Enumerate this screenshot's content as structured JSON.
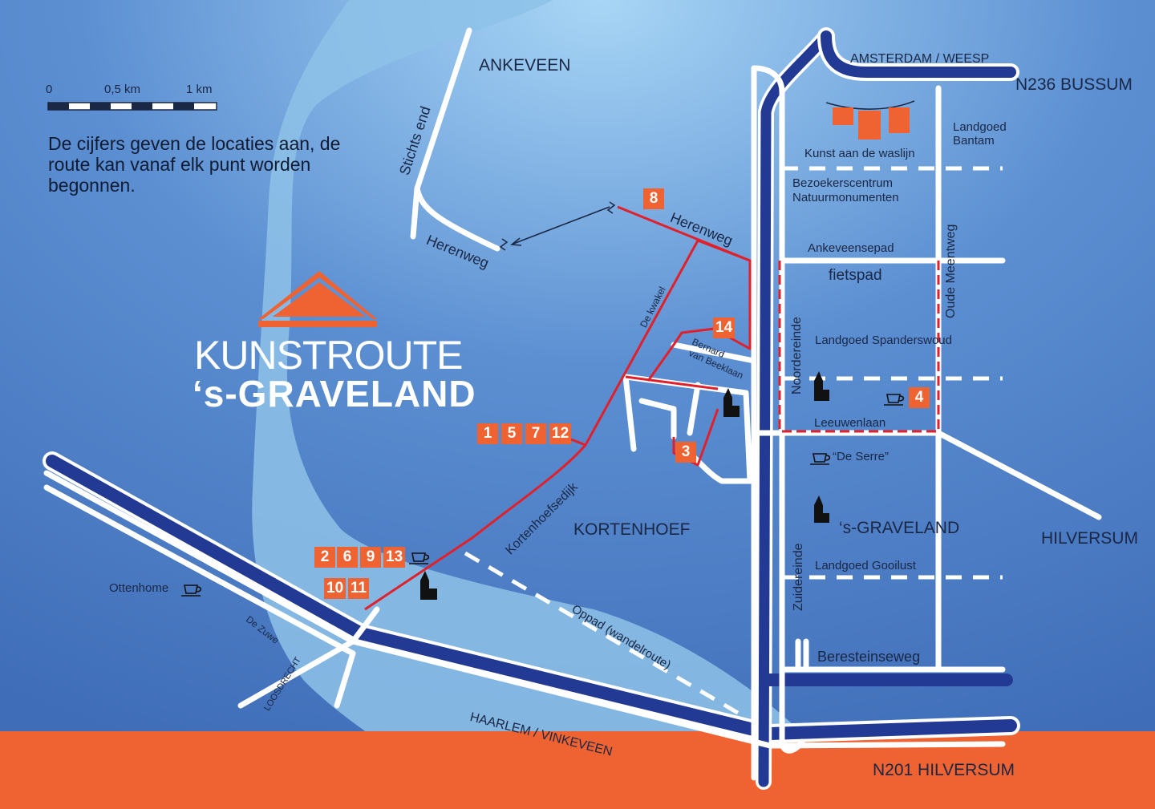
{
  "title": {
    "line1": "KUNSTROUTE",
    "line2": "‘s-GRAVELAND"
  },
  "note": "De cijfers geven de locaties aan, de route kan vanaf elk punt worden begonnen.",
  "scale": {
    "labels": [
      "0",
      "0,5 km",
      "1 km"
    ]
  },
  "places": {
    "ankeveen": "ANKEVEEN",
    "kortenhoef": "KORTENHOEF",
    "s_graveland": "‘s-GRAVELAND",
    "hilversum": "HILVERSUM"
  },
  "roads": {
    "amsterdam_weesp": "AMSTERDAM / WEESP",
    "n236": "N236 BUSSUM",
    "n201": "N201 HILVERSUM",
    "haarlem_vinkeveen": "HAARLEM / VINKEVEEN",
    "stichts_end": "Stichts end",
    "herenweg_left": "Herenweg",
    "herenweg_right": "Herenweg",
    "de_kwakel": "De kwakel",
    "kortenhoefsedijk": "Kortenhoefsedijk",
    "bernard": "Bernard",
    "van_beeklaan": "van Beeklaan",
    "ankeveensepad": "Ankeveensepad",
    "fietspad": "fietspad",
    "noordereinde": "Noordereinde",
    "oude_meentweg": "Oude Meentweg",
    "leeuwenlaan": "Leeuwenlaan",
    "zuidereinde": "Zuidereinde",
    "beresteinseweg": "Beresteinseweg",
    "oppad": "Oppad (wandelroute)",
    "de_zuwe": "De Zuwe",
    "loosdrecht": "LOOSDRECHT"
  },
  "pois": {
    "kunst_waslijn": "Kunst aan de waslijn",
    "landgoed_bantam_1": "Landgoed",
    "landgoed_bantam_2": "Bantam",
    "bezoekers_1": "Bezoekerscentrum",
    "bezoekers_2": "Natuurmonumenten",
    "spanderswoud": "Landgoed Spanderswoud",
    "de_serre": "“De Serre”",
    "gooilust": "Landgoed Gooilust",
    "ottenhome": "Ottenhome"
  },
  "locations": {
    "a1": "1",
    "a5": "5",
    "a7": "7",
    "a12": "12",
    "b2": "2",
    "b6": "6",
    "b9": "9",
    "b13": "13",
    "c10": "10",
    "c11": "11",
    "d3": "3",
    "d4": "4",
    "d8": "8",
    "d14": "14"
  },
  "colors": {
    "background": "#4a7cc4",
    "water": "#8ec2e8",
    "road": "#ffffff",
    "highway": "#233a94",
    "route": "#e0202a",
    "accent": "#ef6231"
  },
  "icons": [
    "coffee-cup-icon",
    "church-icon",
    "laundry-icon",
    "logo-roof-icon"
  ]
}
